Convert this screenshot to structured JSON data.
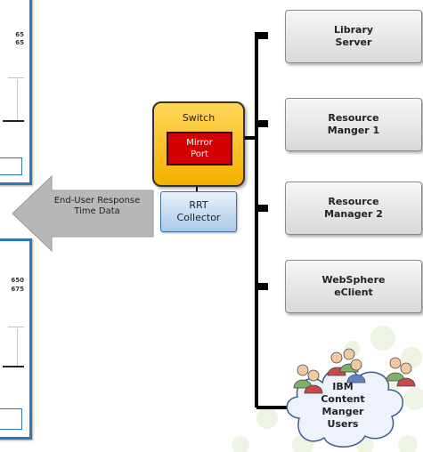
{
  "switch": {
    "label": "Switch",
    "mirror_port": "Mirror\nPort"
  },
  "rrt_collector": {
    "label": "RRT\nCollector"
  },
  "arrow": {
    "label": "End-User Response\nTime Data"
  },
  "servers": [
    {
      "label": "Library\nServer"
    },
    {
      "label": "Resource\nManger 1"
    },
    {
      "label": "Resource\nManager 2"
    },
    {
      "label": "WebSphere\neClient"
    }
  ],
  "users_cloud": {
    "label": "IBM\nContent\nManger\nUsers"
  },
  "panel_top": {
    "line1": "65",
    "line2": "65"
  },
  "panel_bottom": {
    "line1": "650",
    "line2": "675"
  },
  "colors": {
    "panel_border": "#2d78b7",
    "switch_fill": "#f4b000",
    "mirror_fill": "#d40000",
    "rrt_fill": "#a9c9ea",
    "bus": "#000000"
  }
}
